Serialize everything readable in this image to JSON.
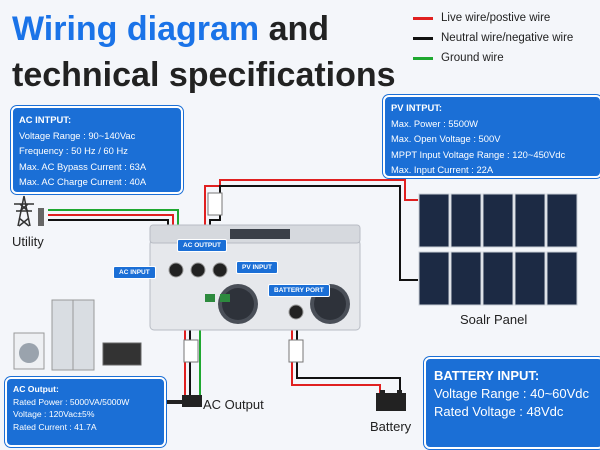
{
  "title": {
    "line1_blue": "Wiring diagram",
    "line1_rest": " and",
    "line2": "technical specifications"
  },
  "legend": [
    {
      "label": "Live wire/postive wire",
      "color": "#e02020"
    },
    {
      "label": "Neutral wire/negative wire",
      "color": "#111111"
    },
    {
      "label": "Ground wire",
      "color": "#1fa830"
    }
  ],
  "ac_input": {
    "heading": "AC INTPUT:",
    "lines": [
      "Voltage Range : 90~140Vac",
      "Frequency : 50 Hz / 60 Hz",
      "Max. AC Bypass Current : 63A",
      "Max. AC Charge Current : 40A"
    ]
  },
  "pv_input": {
    "heading": "PV INTPUT:",
    "lines": [
      "Max. Power : 5500W",
      "Max. Open Voltage : 500V",
      "MPPT Input Voltage Range : 120~450Vdc",
      "Max. Input Current :  22A"
    ]
  },
  "ac_output": {
    "heading": "AC Output:",
    "lines": [
      "Rated Power : 5000VA/5000W",
      "Voltage : 120Vac±5%",
      "Rated Current : 41.7A"
    ]
  },
  "battery_input": {
    "heading": "BATTERY INPUT:",
    "lines": [
      "Voltage Range : 40~60Vdc",
      "Rated Voltage : 48Vdc"
    ]
  },
  "labels": {
    "utility": "Utility",
    "solar_panel": "Soalr Panel",
    "ac_output": "AC Output",
    "battery": "Battery"
  },
  "tags": {
    "ac_output": "AC OUTPUT",
    "ac_input": "AC INPUT",
    "pv_input": "PV INPUT",
    "battery_port": "BATTERY PORT"
  },
  "icons": [
    "utility-tower-icon",
    "solar-panel-icon",
    "inverter-icon",
    "appliances-icon",
    "plug-icon",
    "battery-icon",
    "breaker-icon"
  ]
}
